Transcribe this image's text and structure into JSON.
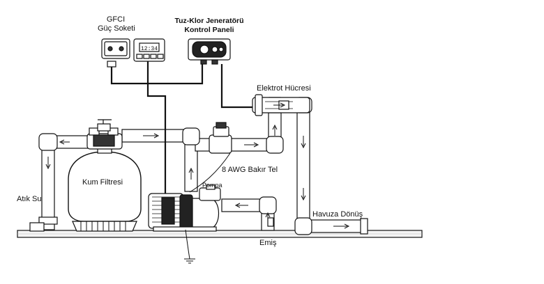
{
  "labels": {
    "gfci_line1": "GFCI",
    "gfci_line2": "Güç Soketi",
    "panel_line1": "Tuz-Klor Jeneratörü",
    "panel_line2": "Kontrol Paneli",
    "electrode_cell": "Elektrot Hücresi",
    "copper_wire": "8 AWG Bakır Tel",
    "pump": "Pompa",
    "sand_filter": "Kum Filtresi",
    "waste_water": "Atık Su",
    "pool_return": "Havuza Dönüş",
    "suction": "Emiş"
  },
  "timer_display": "12:34",
  "colors": {
    "line": "#111111",
    "pipe_fill": "#ffffff",
    "ground_fill": "#f2f2f2",
    "text": "#111111"
  }
}
